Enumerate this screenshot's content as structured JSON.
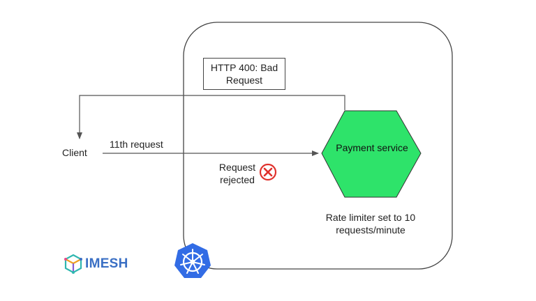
{
  "http_error_label": "HTTP 400: Bad Request",
  "client_label": "Client",
  "request_label": "11th request",
  "rejected_label": "Request rejected",
  "service_label": "Payment service",
  "rate_limit_label": "Rate limiter set to 10 requests/minute",
  "logo_text": "IMESH",
  "colors": {
    "hexagon_fill": "#2ee36a",
    "hexagon_stroke": "#333333",
    "reject_icon": "#e0312c",
    "k8s_blue": "#326ce5",
    "logo_blue": "#3a6fc4"
  },
  "icons": {
    "reject": "x-circle-icon",
    "kubernetes": "kubernetes-helm-icon",
    "logo": "imesh-cube-icon"
  }
}
